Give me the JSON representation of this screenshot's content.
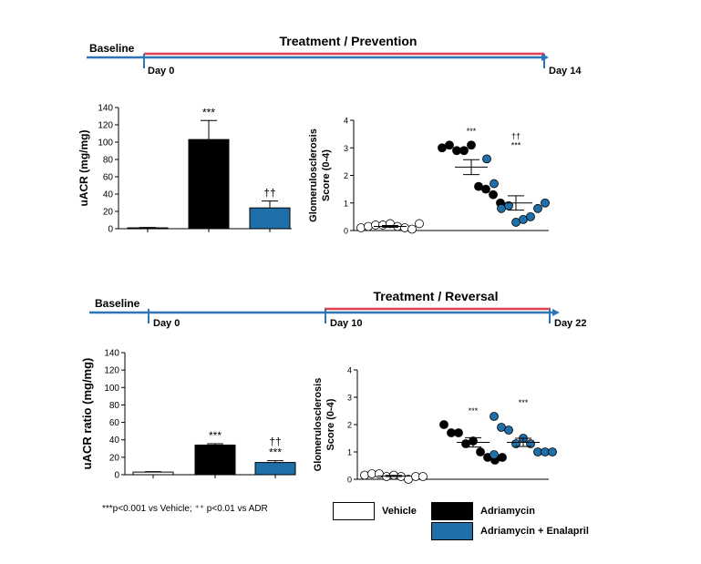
{
  "timeline_prevention": {
    "baseline_label": "Baseline",
    "treatment_label": "Treatment / Prevention",
    "start_label": "Day 0",
    "end_label": "Day 14"
  },
  "timeline_reversal": {
    "baseline_label": "Baseline",
    "treatment_label": "Treatment / Reversal",
    "start_label": "Day 0",
    "mid_label": "Day 10",
    "end_label": "Day 22"
  },
  "colors": {
    "timeline_blue": "#2e75b6",
    "treatment_red": "#e8414e",
    "vehicle": "#ffffff",
    "adriamycin": "#000000",
    "adriamycin_enalapril": "#1f6fa8"
  },
  "legend": {
    "vehicle": "Vehicle",
    "adriamycin": "Adriamycin",
    "adriamycin_enalapril": "Adriamycin + Enalapril"
  },
  "footnote": "***p<0.001 vs Vehicle; ⁺⁺ p<0.01 vs ADR",
  "chart_data": [
    {
      "type": "bar",
      "ylabel": "uACR (mg/mg)",
      "ylim": [
        0,
        140
      ],
      "yticks": [
        0,
        20,
        40,
        60,
        80,
        100,
        120,
        140
      ],
      "values": [
        1,
        103,
        24
      ],
      "errors": [
        0.5,
        22,
        8
      ],
      "annotations": [
        [
          "",
          ""
        ],
        [
          "***",
          ""
        ],
        [
          "††",
          ""
        ]
      ]
    },
    {
      "type": "scatter",
      "ylabel": "Glomerulosclerosis Score (0-4)",
      "ylim": [
        0,
        4
      ],
      "yticks": [
        0,
        1,
        2,
        3,
        4
      ],
      "groups": [
        {
          "points": [
            0.1,
            0.15,
            0.2,
            0.2,
            0.25,
            0.15,
            0.1,
            0.05,
            0.25
          ],
          "mean": 0.15,
          "sem": 0.03
        },
        {
          "points": [
            3.0,
            3.1,
            2.9,
            2.9,
            3.1,
            1.6,
            1.5,
            1.3,
            1.0
          ],
          "mean": 2.3,
          "sem": 0.27
        },
        {
          "points": [
            2.6,
            1.7,
            0.8,
            0.9,
            0.3,
            0.4,
            0.5,
            0.8,
            1.0
          ],
          "mean": 1.0,
          "sem": 0.26
        }
      ],
      "annotations": [
        [
          "",
          ""
        ],
        [
          "***",
          ""
        ],
        [
          "***",
          "††"
        ]
      ]
    },
    {
      "type": "bar",
      "ylabel": "uACR ratio (mg/mg)",
      "ylim": [
        0,
        140
      ],
      "yticks": [
        0,
        20,
        40,
        60,
        80,
        100,
        120,
        140
      ],
      "values": [
        3,
        34,
        14
      ],
      "errors": [
        0.5,
        1.5,
        2
      ],
      "annotations": [
        [
          "",
          ""
        ],
        [
          "***",
          ""
        ],
        [
          "***",
          "††"
        ]
      ]
    },
    {
      "type": "scatter",
      "ylabel": "Glomerulosclerosis Score (0-4)",
      "ylim": [
        0,
        4
      ],
      "yticks": [
        0,
        1,
        2,
        3,
        4
      ],
      "groups": [
        {
          "points": [
            0.15,
            0.2,
            0.2,
            0.1,
            0.15,
            0.1,
            0.0,
            0.1,
            0.1
          ],
          "mean": 0.12,
          "sem": 0.02
        },
        {
          "points": [
            2.0,
            1.7,
            1.7,
            1.3,
            1.4,
            1.0,
            0.8,
            0.7,
            0.8
          ],
          "mean": 1.35,
          "sem": 0.17
        },
        {
          "points": [
            2.3,
            1.9,
            1.8,
            1.3,
            1.5,
            1.3,
            1.0,
            1.0,
            1.0,
            0.9
          ],
          "mean": 1.35,
          "sem": 0.15
        }
      ],
      "annotations": [
        [
          "",
          ""
        ],
        [
          "***",
          ""
        ],
        [
          "***",
          ""
        ]
      ]
    }
  ]
}
